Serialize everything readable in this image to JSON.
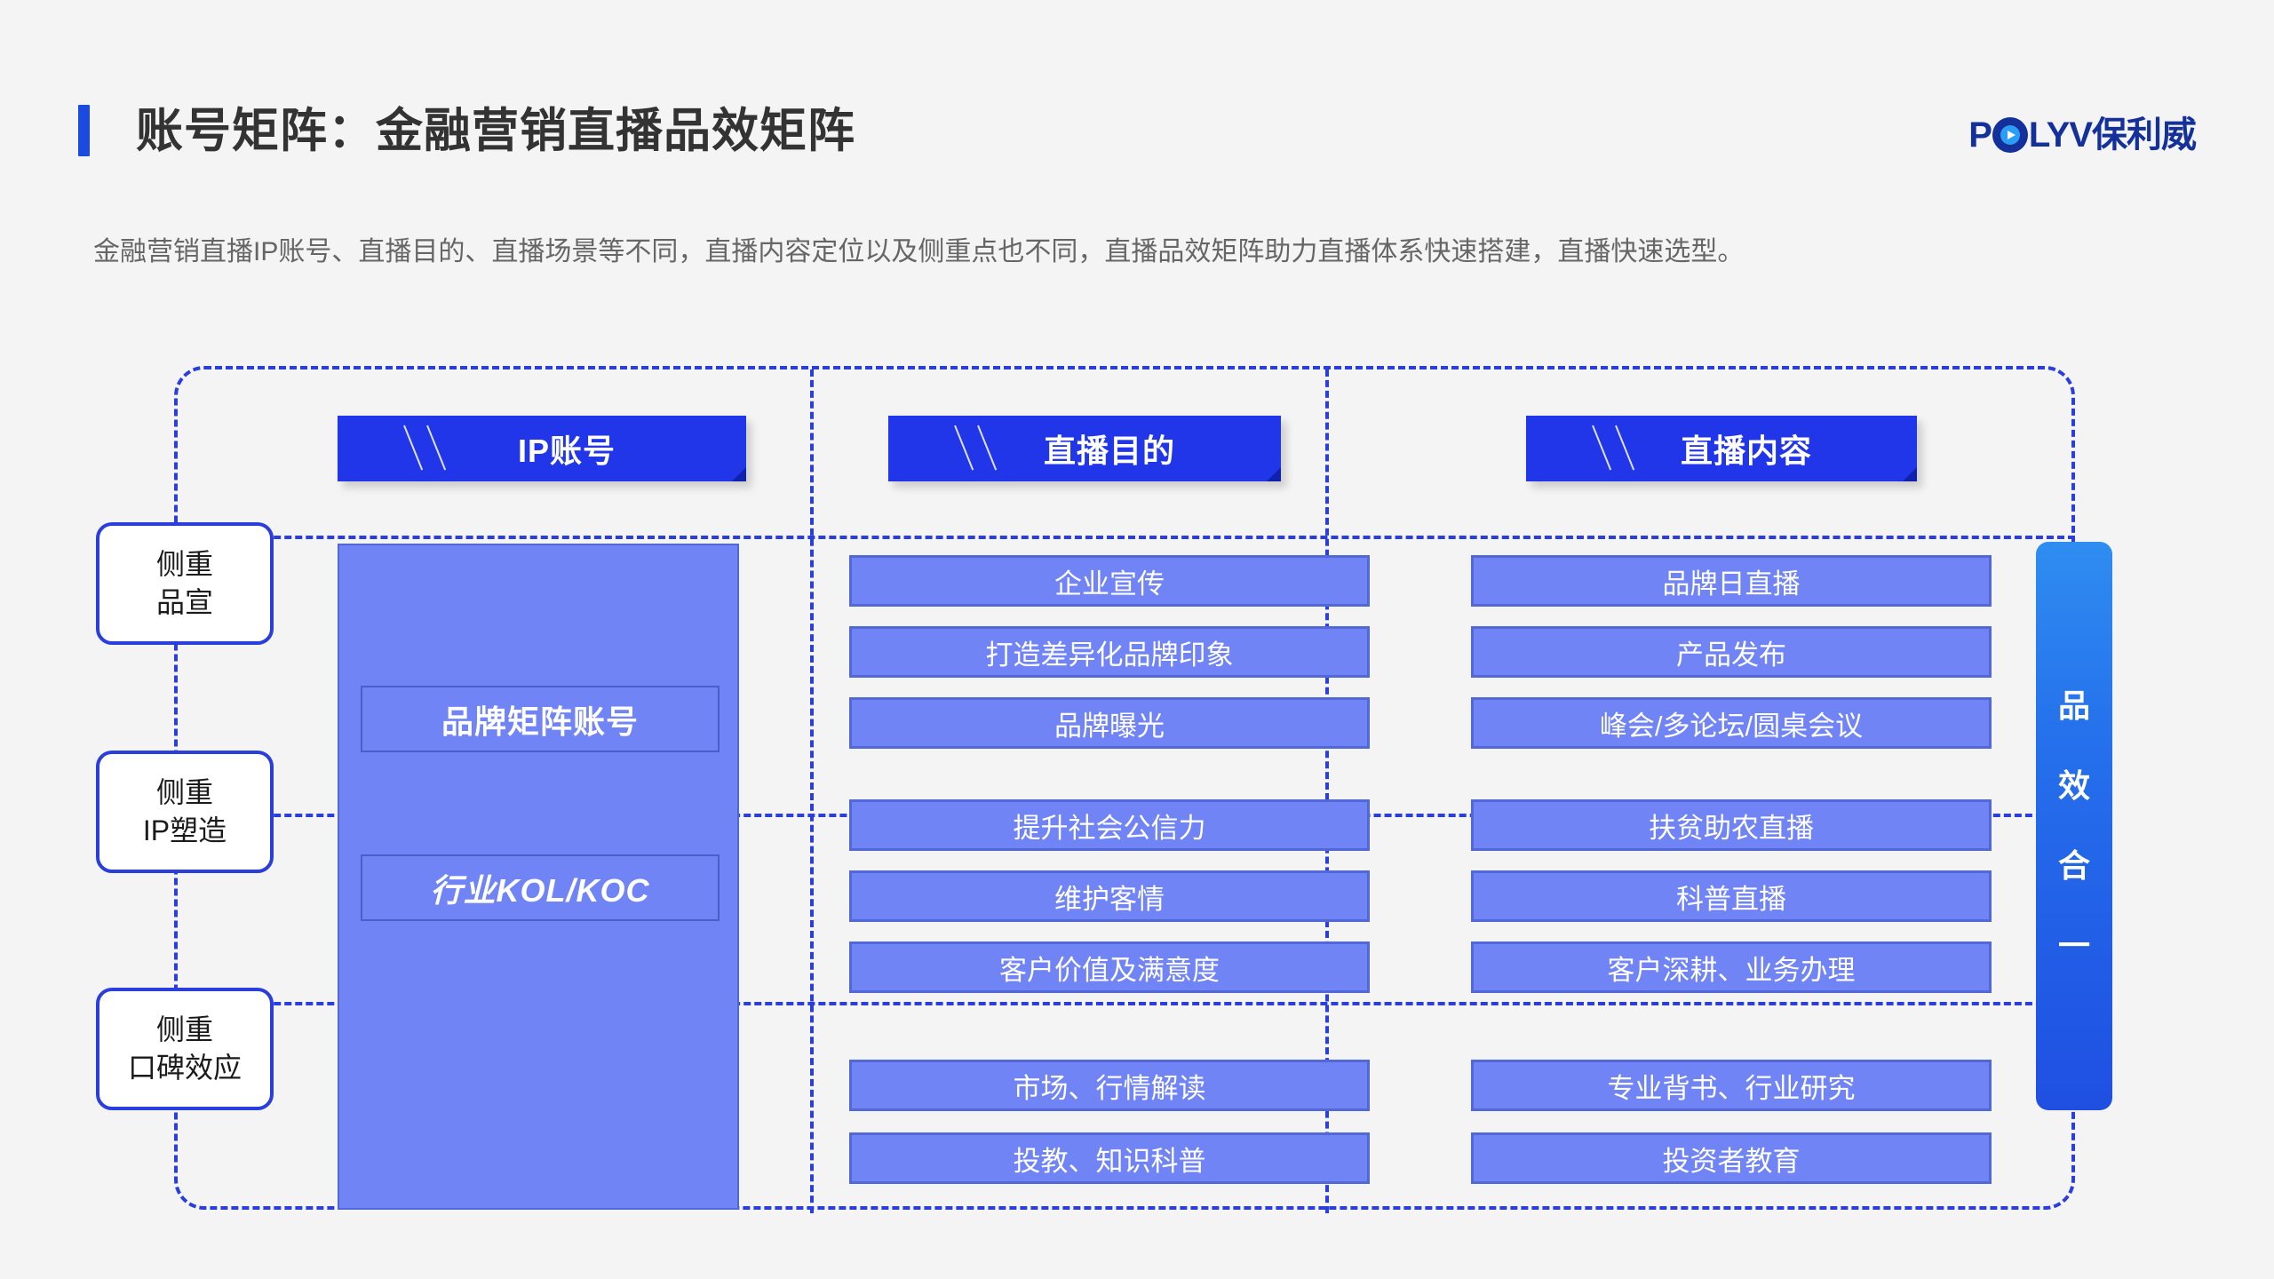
{
  "header": {
    "title": "账号矩阵：金融营销直播品效矩阵",
    "accent_color": "#1a4ae0",
    "logo": {
      "brand_latin_1": "P",
      "brand_latin_2": "LYV",
      "brand_cn": "保利威",
      "logo_color": "#14309a",
      "play_dot_color": "#2b9df5"
    }
  },
  "description": "金融营销直播IP账号、直播目的、直播场景等不同，直播内容定位以及侧重点也不同，直播品效矩阵助力直播体系快速搭建，直播快速选型。",
  "matrix": {
    "column_headers": [
      {
        "label": "IP账号"
      },
      {
        "label": "直播目的"
      },
      {
        "label": "直播内容"
      }
    ],
    "row_labels": [
      {
        "line1": "侧重",
        "line2": "品宣"
      },
      {
        "line1": "侧重",
        "line2": "IP塑造"
      },
      {
        "line1": "侧重",
        "line2": "口碑效应"
      }
    ],
    "ip_accounts": [
      {
        "label": "品牌矩阵账号"
      },
      {
        "label": "行业KOL/KOC"
      }
    ],
    "purpose_rows": [
      [
        "企业宣传",
        "打造差异化品牌印象",
        "品牌曝光"
      ],
      [
        "提升社会公信力",
        "维护客情",
        "客户价值及满意度"
      ],
      [
        "市场、行情解读",
        "投教、知识科普"
      ]
    ],
    "content_rows": [
      [
        "品牌日直播",
        "产品发布",
        "峰会/多论坛/圆桌会议"
      ],
      [
        "扶贫助农直播",
        "科普直播",
        "客户深耕、业务办理"
      ],
      [
        "专业背书、行业研究",
        "投资者教育"
      ]
    ],
    "right_bar": {
      "chars": [
        "品",
        "效",
        "合",
        "一"
      ],
      "gradient_top": "#2f8df0",
      "gradient_bottom": "#1f4fe2"
    },
    "chip_color": "#2136e8",
    "cell_color": "#7084f5",
    "frame_color": "#2a3ddd"
  }
}
